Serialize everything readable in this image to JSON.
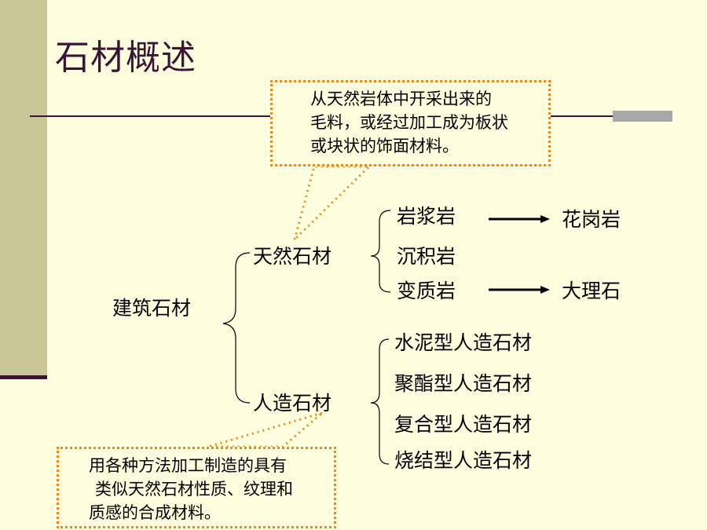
{
  "slide": {
    "title": "石材概述",
    "root": "建筑石材",
    "natural": {
      "label": "天然石材",
      "note": [
        "从天然岩体中开采出来的",
        "毛料，或经过加工成为板状",
        "或块状的饰面材料。"
      ],
      "types": [
        {
          "name": "岩浆岩",
          "example": "花岗岩"
        },
        {
          "name": "沉积岩"
        },
        {
          "name": "变质岩",
          "example": "大理石"
        }
      ]
    },
    "artificial": {
      "label": "人造石材",
      "note": [
        "用各种方法加工制造的具有",
        "类似天然石材性质、纹理和",
        "质感的合成材料。"
      ],
      "types": [
        "水泥型人造石材",
        "聚酯型人造石材",
        "复合型人造石材",
        "烧结型人造石材"
      ]
    }
  },
  "colors": {
    "background": "#ffffe0",
    "title": "#3c1436",
    "callout_border": "#ef8a17",
    "sidebar": "#c9c797"
  }
}
